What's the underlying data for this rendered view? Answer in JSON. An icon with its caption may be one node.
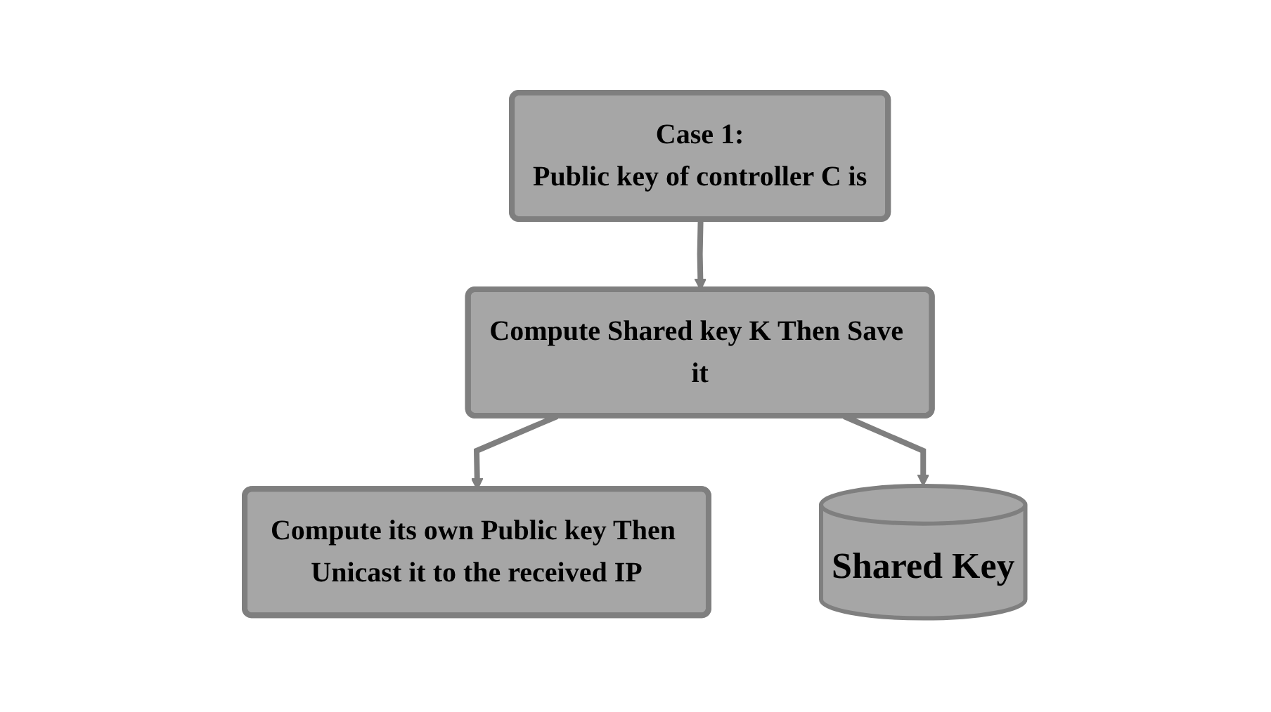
{
  "diagram": {
    "nodes": [
      {
        "text": [
          "Case 1:",
          "Public key of controller C is"
        ]
      },
      {
        "text": [
          "Compute Shared key K Then Save it"
        ]
      },
      {
        "text": [
          "Compute its own Public key Then Unicast it to the received IP"
        ]
      },
      {
        "text": [
          "Shared Key"
        ]
      }
    ],
    "edges": [
      {
        "from": 0,
        "to": 1,
        "arrow": "to"
      },
      {
        "from": 1,
        "to": 2,
        "arrow": "to"
      },
      {
        "from": 1,
        "to": 3,
        "arrow": "to"
      }
    ]
  }
}
